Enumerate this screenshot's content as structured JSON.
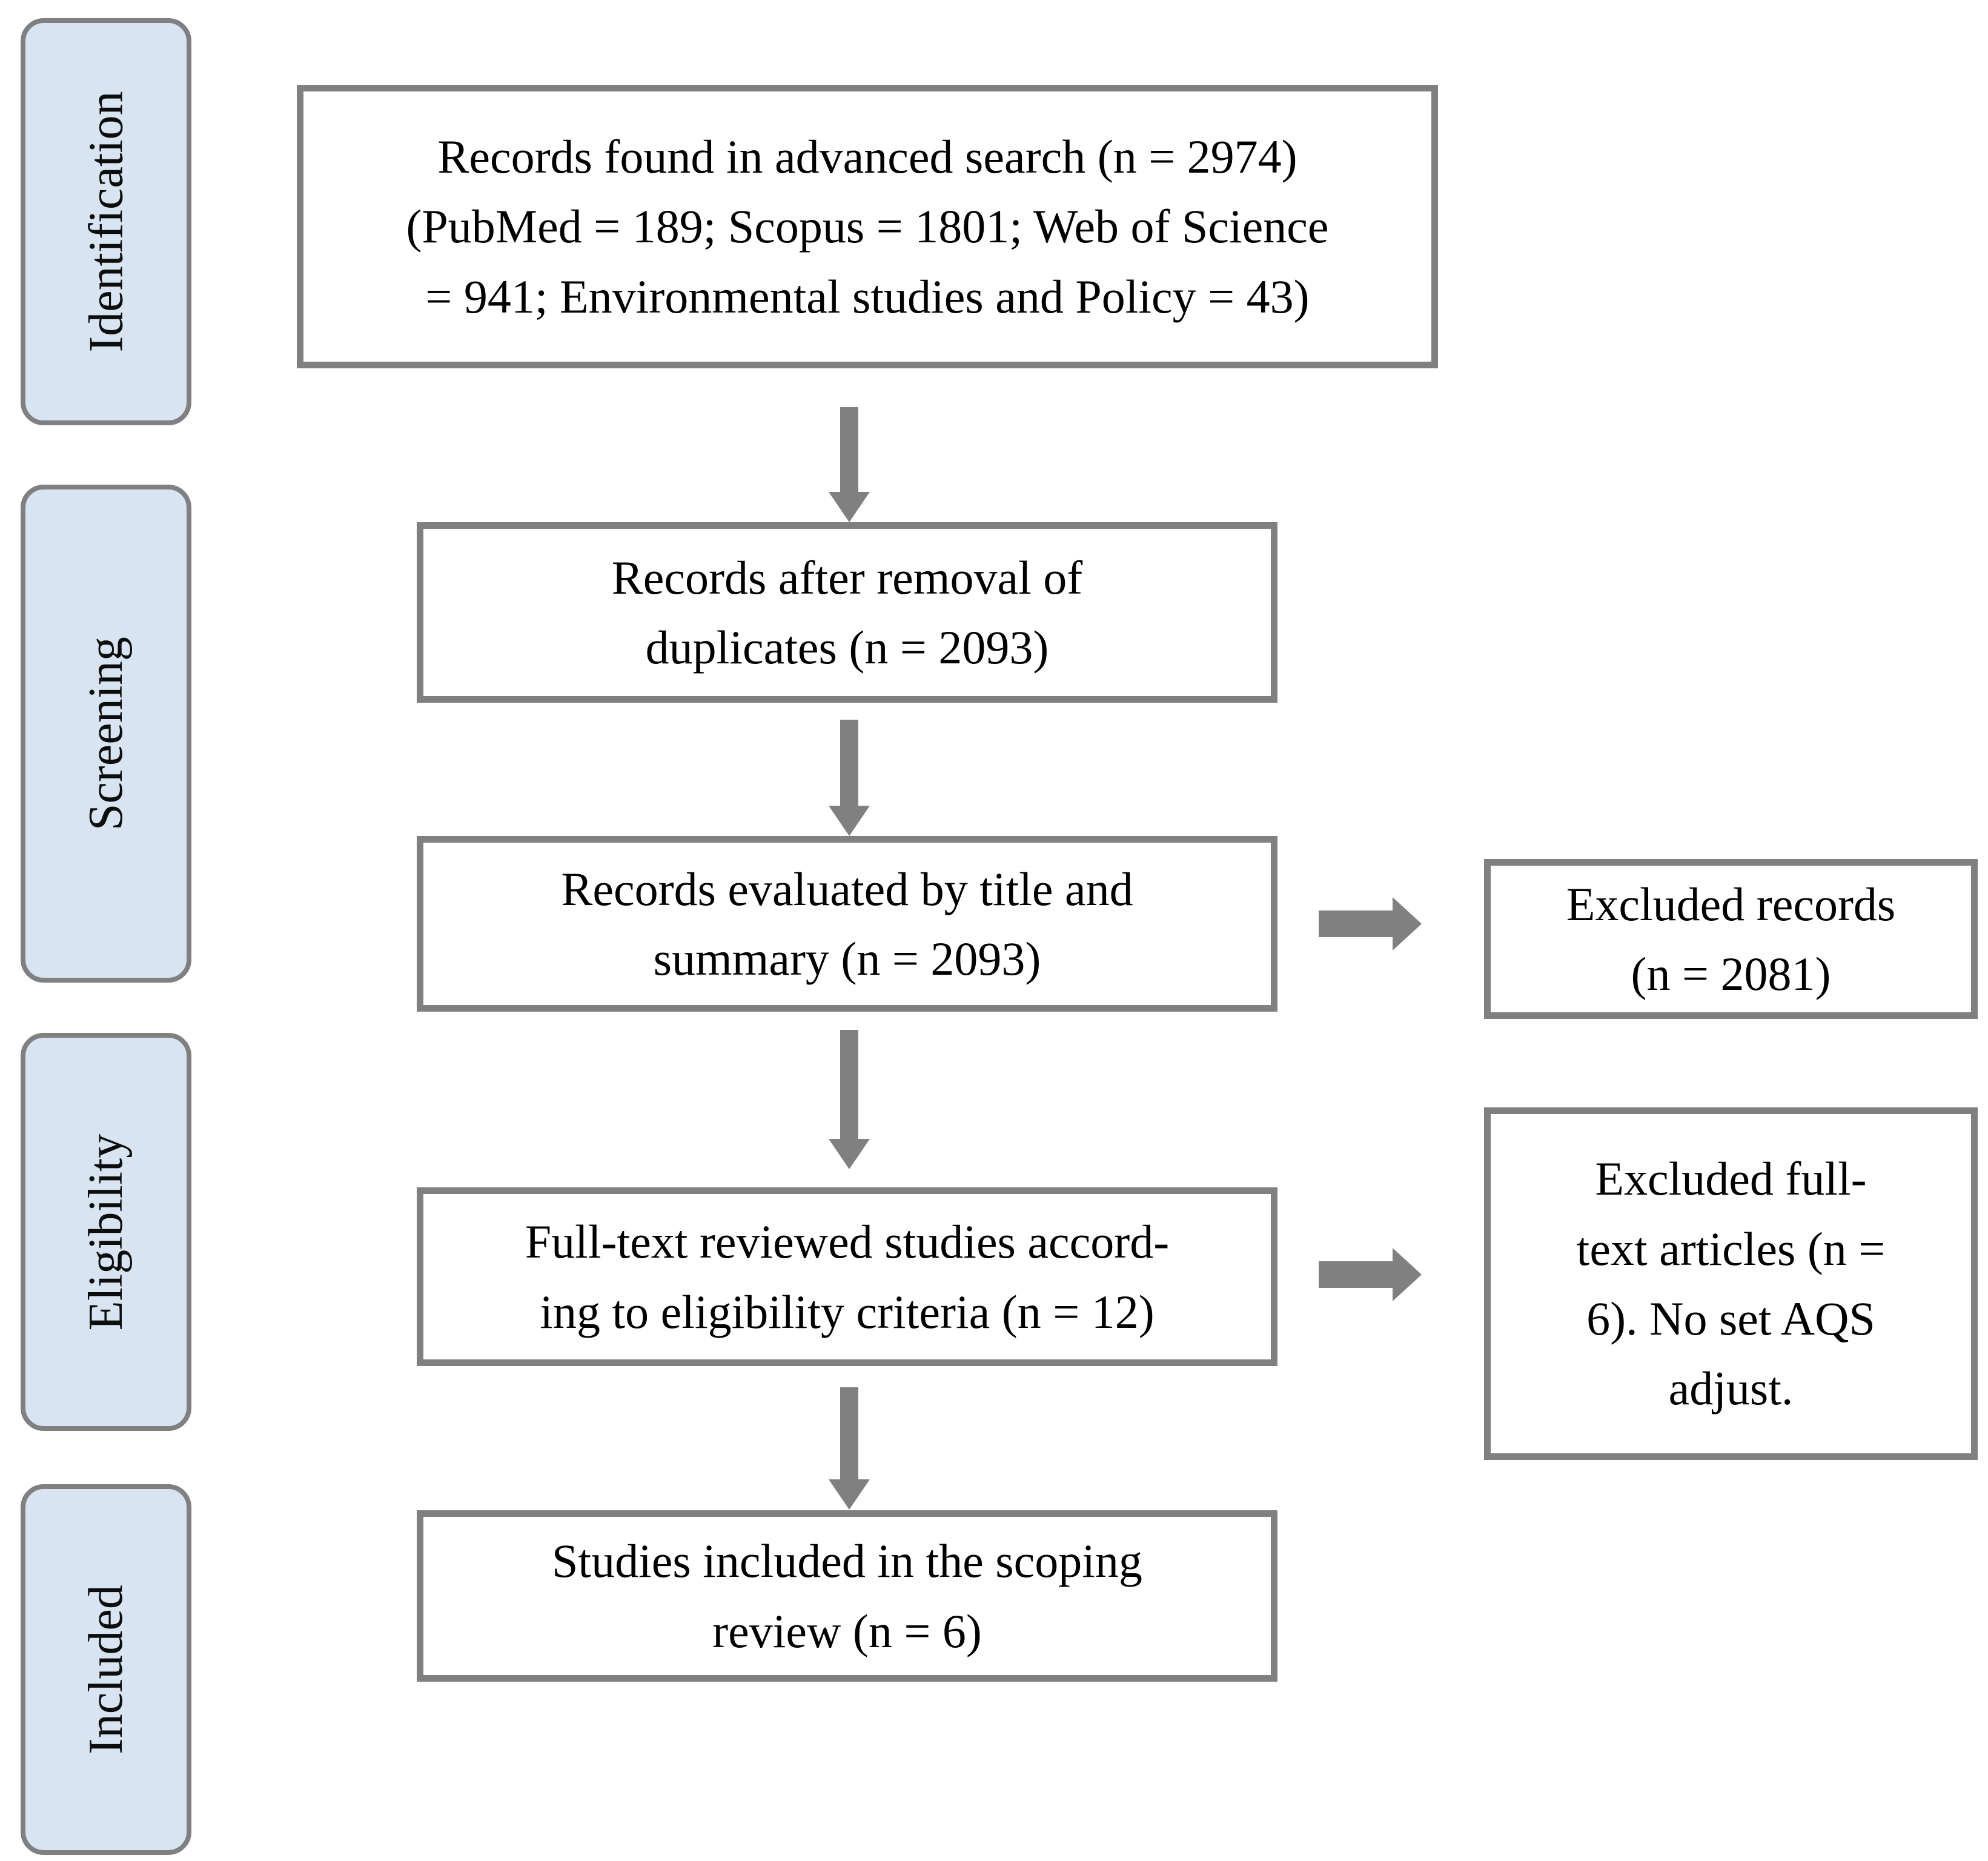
{
  "diagram": {
    "title": "PRISMA scoping review flow diagram",
    "colors": {
      "stage_fill": "#d9e4f2",
      "stage_border": "#808080",
      "box_border": "#808080",
      "box_fill": "#ffffff",
      "arrow": "#808080",
      "text": "#000000"
    }
  },
  "stages": [
    {
      "id": "identification",
      "label": "Identification"
    },
    {
      "id": "screening",
      "label": "Screening"
    },
    {
      "id": "eligibility",
      "label": "Eligibility"
    },
    {
      "id": "included",
      "label": "Included"
    }
  ],
  "boxes": {
    "records_found": {
      "text": "Records found in advanced search (n = 2974)\n(PubMed = 189; Scopus = 1801; Web of Science\n= 941; Environmental studies and Policy = 43)",
      "n": 2974,
      "sources": [
        {
          "name": "PubMed",
          "count": 189
        },
        {
          "name": "Scopus",
          "count": 1801
        },
        {
          "name": "Web of Science",
          "count": 941
        },
        {
          "name": "Environmental studies and Policy",
          "count": 43
        }
      ]
    },
    "after_duplicates": {
      "text": "Records after removal of\nduplicates (n = 2093)",
      "n": 2093
    },
    "evaluated_title_summary": {
      "text": "Records evaluated by title and\nsummary (n = 2093)",
      "n": 2093
    },
    "excluded_records": {
      "text": "Excluded records\n(n = 2081)",
      "n": 2081
    },
    "full_text_reviewed": {
      "text": "Full-text reviewed studies accord-\ning to eligibility criteria (n = 12)",
      "n": 12
    },
    "excluded_full_text": {
      "text": "Excluded full-\ntext articles (n =\n6). No set AQS\nadjust.",
      "n": 6
    },
    "studies_included": {
      "text": "Studies included in the scoping\nreview (n = 6)",
      "n": 6
    }
  },
  "arrows": {
    "a1": {
      "name": "records-found-to-after-duplicates",
      "direction": "down"
    },
    "a2": {
      "name": "after-duplicates-to-evaluated",
      "direction": "down"
    },
    "a3": {
      "name": "evaluated-to-full-text",
      "direction": "down"
    },
    "a4": {
      "name": "full-text-to-included",
      "direction": "down"
    },
    "a5": {
      "name": "evaluated-to-excluded-records",
      "direction": "right"
    },
    "a6": {
      "name": "full-text-to-excluded-full-text",
      "direction": "right"
    }
  }
}
